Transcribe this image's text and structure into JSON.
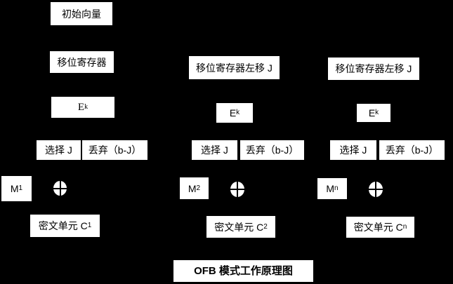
{
  "title": "OFB 模式工作原理图",
  "colors": {
    "background": "#000000",
    "box_fill": "#ffffff",
    "box_text": "#000000"
  },
  "columns": {
    "c1": {
      "iv_label": "初始向量",
      "register_label": "移位寄存器",
      "cipher_base": "E",
      "cipher_sub": "k",
      "select_label": "选择 J",
      "discard_label": "丢弃（b-J）",
      "message_base": "M",
      "message_sub": "1",
      "ciphertext_prefix": "密文单元 C",
      "ciphertext_sub": "1"
    },
    "c2": {
      "register_label": "移位寄存器左移 J",
      "cipher_base": "E",
      "cipher_sub": "k",
      "select_label": "选择 J",
      "discard_label": "丢弃（b-J）",
      "message_base": "M",
      "message_sub": "2",
      "ciphertext_prefix": "密文单元 C",
      "ciphertext_sub": "2"
    },
    "c3": {
      "register_label": "移位寄存器左移 J",
      "cipher_base": "E",
      "cipher_sub": "k",
      "select_label": "选择 J",
      "discard_label": "丢弃（b-J）",
      "message_base": "M",
      "message_sub": "n",
      "ciphertext_prefix": "密文单元 C",
      "ciphertext_sub": "n"
    }
  }
}
